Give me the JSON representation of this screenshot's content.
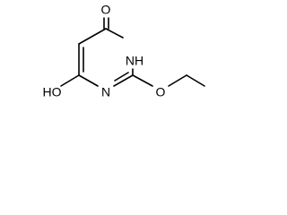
{
  "molecule": {
    "atoms": {
      "carbonyl_oxygen": "O",
      "ring_nh": "NH",
      "ring_n": "N",
      "hydroxyl": "HO",
      "ether_oxygen": "O"
    },
    "colors": {
      "bond": "#000000",
      "label": "#000000",
      "background": "#ffffff"
    }
  }
}
